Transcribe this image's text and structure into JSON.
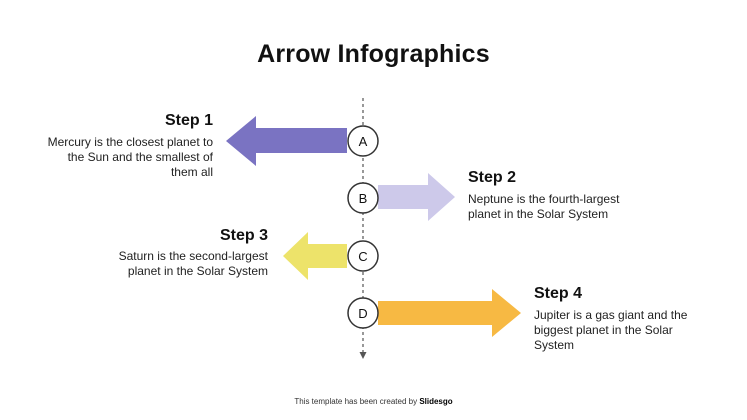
{
  "title": "Arrow Infographics",
  "colors": {
    "step1": "#7a73c2",
    "step2": "#cdc9ea",
    "step3": "#ede36a",
    "step4": "#f7b943",
    "line": "#555555",
    "circle_stroke": "#333333"
  },
  "steps": [
    {
      "marker": "A",
      "title": "Step 1",
      "description": "Mercury is the closest planet to the Sun and the smallest of them all"
    },
    {
      "marker": "B",
      "title": "Step 2",
      "description": "Neptune is the fourth-largest planet in the Solar System"
    },
    {
      "marker": "C",
      "title": "Step 3",
      "description": "Saturn is the second-largest planet in the Solar System"
    },
    {
      "marker": "D",
      "title": "Step 4",
      "description": "Jupiter is a gas giant and the biggest planet in the Solar System"
    }
  ],
  "footer": {
    "prefix": "This template has been created by ",
    "brand": "Slidesgo"
  }
}
